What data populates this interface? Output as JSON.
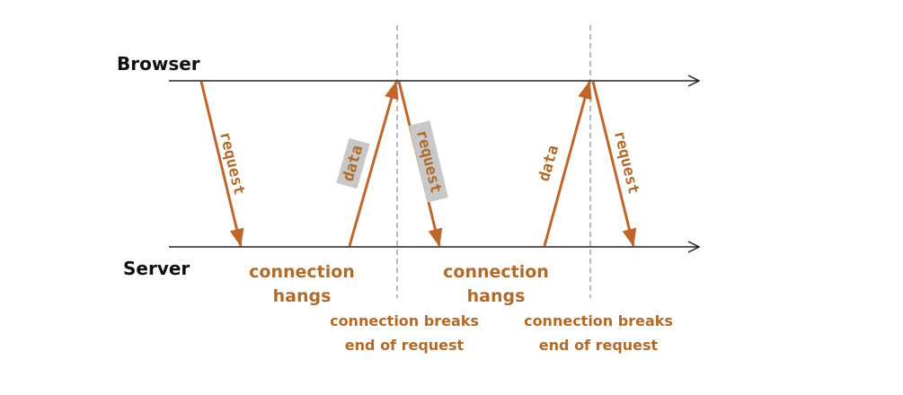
{
  "lanes": {
    "browser": "Browser",
    "server": "Server"
  },
  "messages": [
    {
      "label": "request",
      "direction": "browser-to-server",
      "highlighted": false
    },
    {
      "label": "data",
      "direction": "server-to-browser",
      "highlighted": true
    },
    {
      "label": "request",
      "direction": "browser-to-server",
      "highlighted": true
    },
    {
      "label": "data",
      "direction": "server-to-browser",
      "highlighted": false
    },
    {
      "label": "request",
      "direction": "browser-to-server",
      "highlighted": false
    }
  ],
  "notes": {
    "hangs_1": {
      "line1": "connection",
      "line2": "hangs"
    },
    "hangs_2": {
      "line1": "connection",
      "line2": "hangs"
    },
    "breaks_1": {
      "line1": "connection breaks",
      "line2": "end of request"
    },
    "breaks_2": {
      "line1": "connection breaks",
      "line2": "end of request"
    }
  },
  "colors": {
    "arrow": "#c0652c",
    "text": "#b06a2a",
    "highlight": "#c8c8c8",
    "timeline": "#222222",
    "divider": "#888888"
  }
}
